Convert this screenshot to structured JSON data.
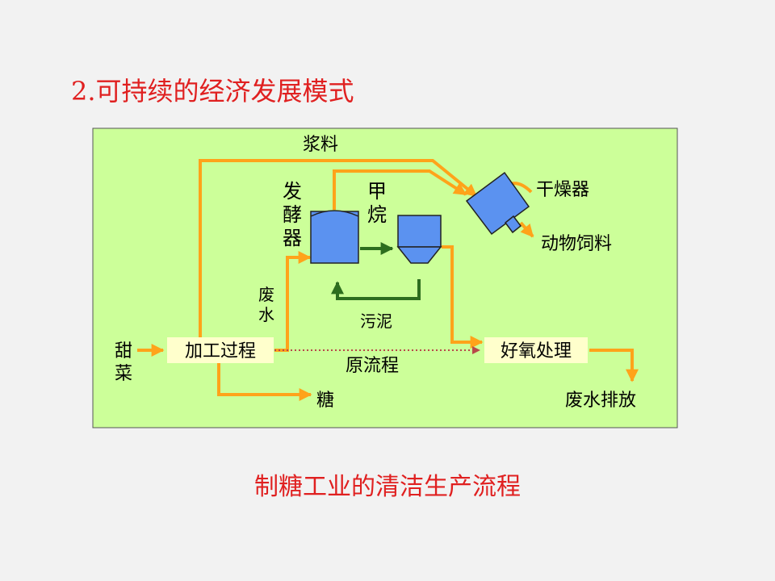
{
  "slide": {
    "title": "2.可持续的经济发展模式",
    "caption": "制糖工业的清洁生产流程"
  },
  "diagram": {
    "nodes": {
      "beet": "甜菜",
      "processing": "加工过程",
      "sugar": "糖",
      "wastewater": "废水",
      "fermenter": "发酵器",
      "methane": "甲烷",
      "sludge": "污泥",
      "slurry": "浆料",
      "dryer": "干燥器",
      "animal_feed": "动物饲料",
      "aerobic": "好氧处理",
      "original_flow": "原流程",
      "discharge": "废水排放"
    },
    "colors": {
      "panel_bg": "#ccff99",
      "arrow": "#ffa31a",
      "dark_arrow": "#2d6e1f",
      "dotted": "#b8484a",
      "equipment": "#5b92f0",
      "label_box": "#ffffcc",
      "title": "#e02020"
    }
  }
}
